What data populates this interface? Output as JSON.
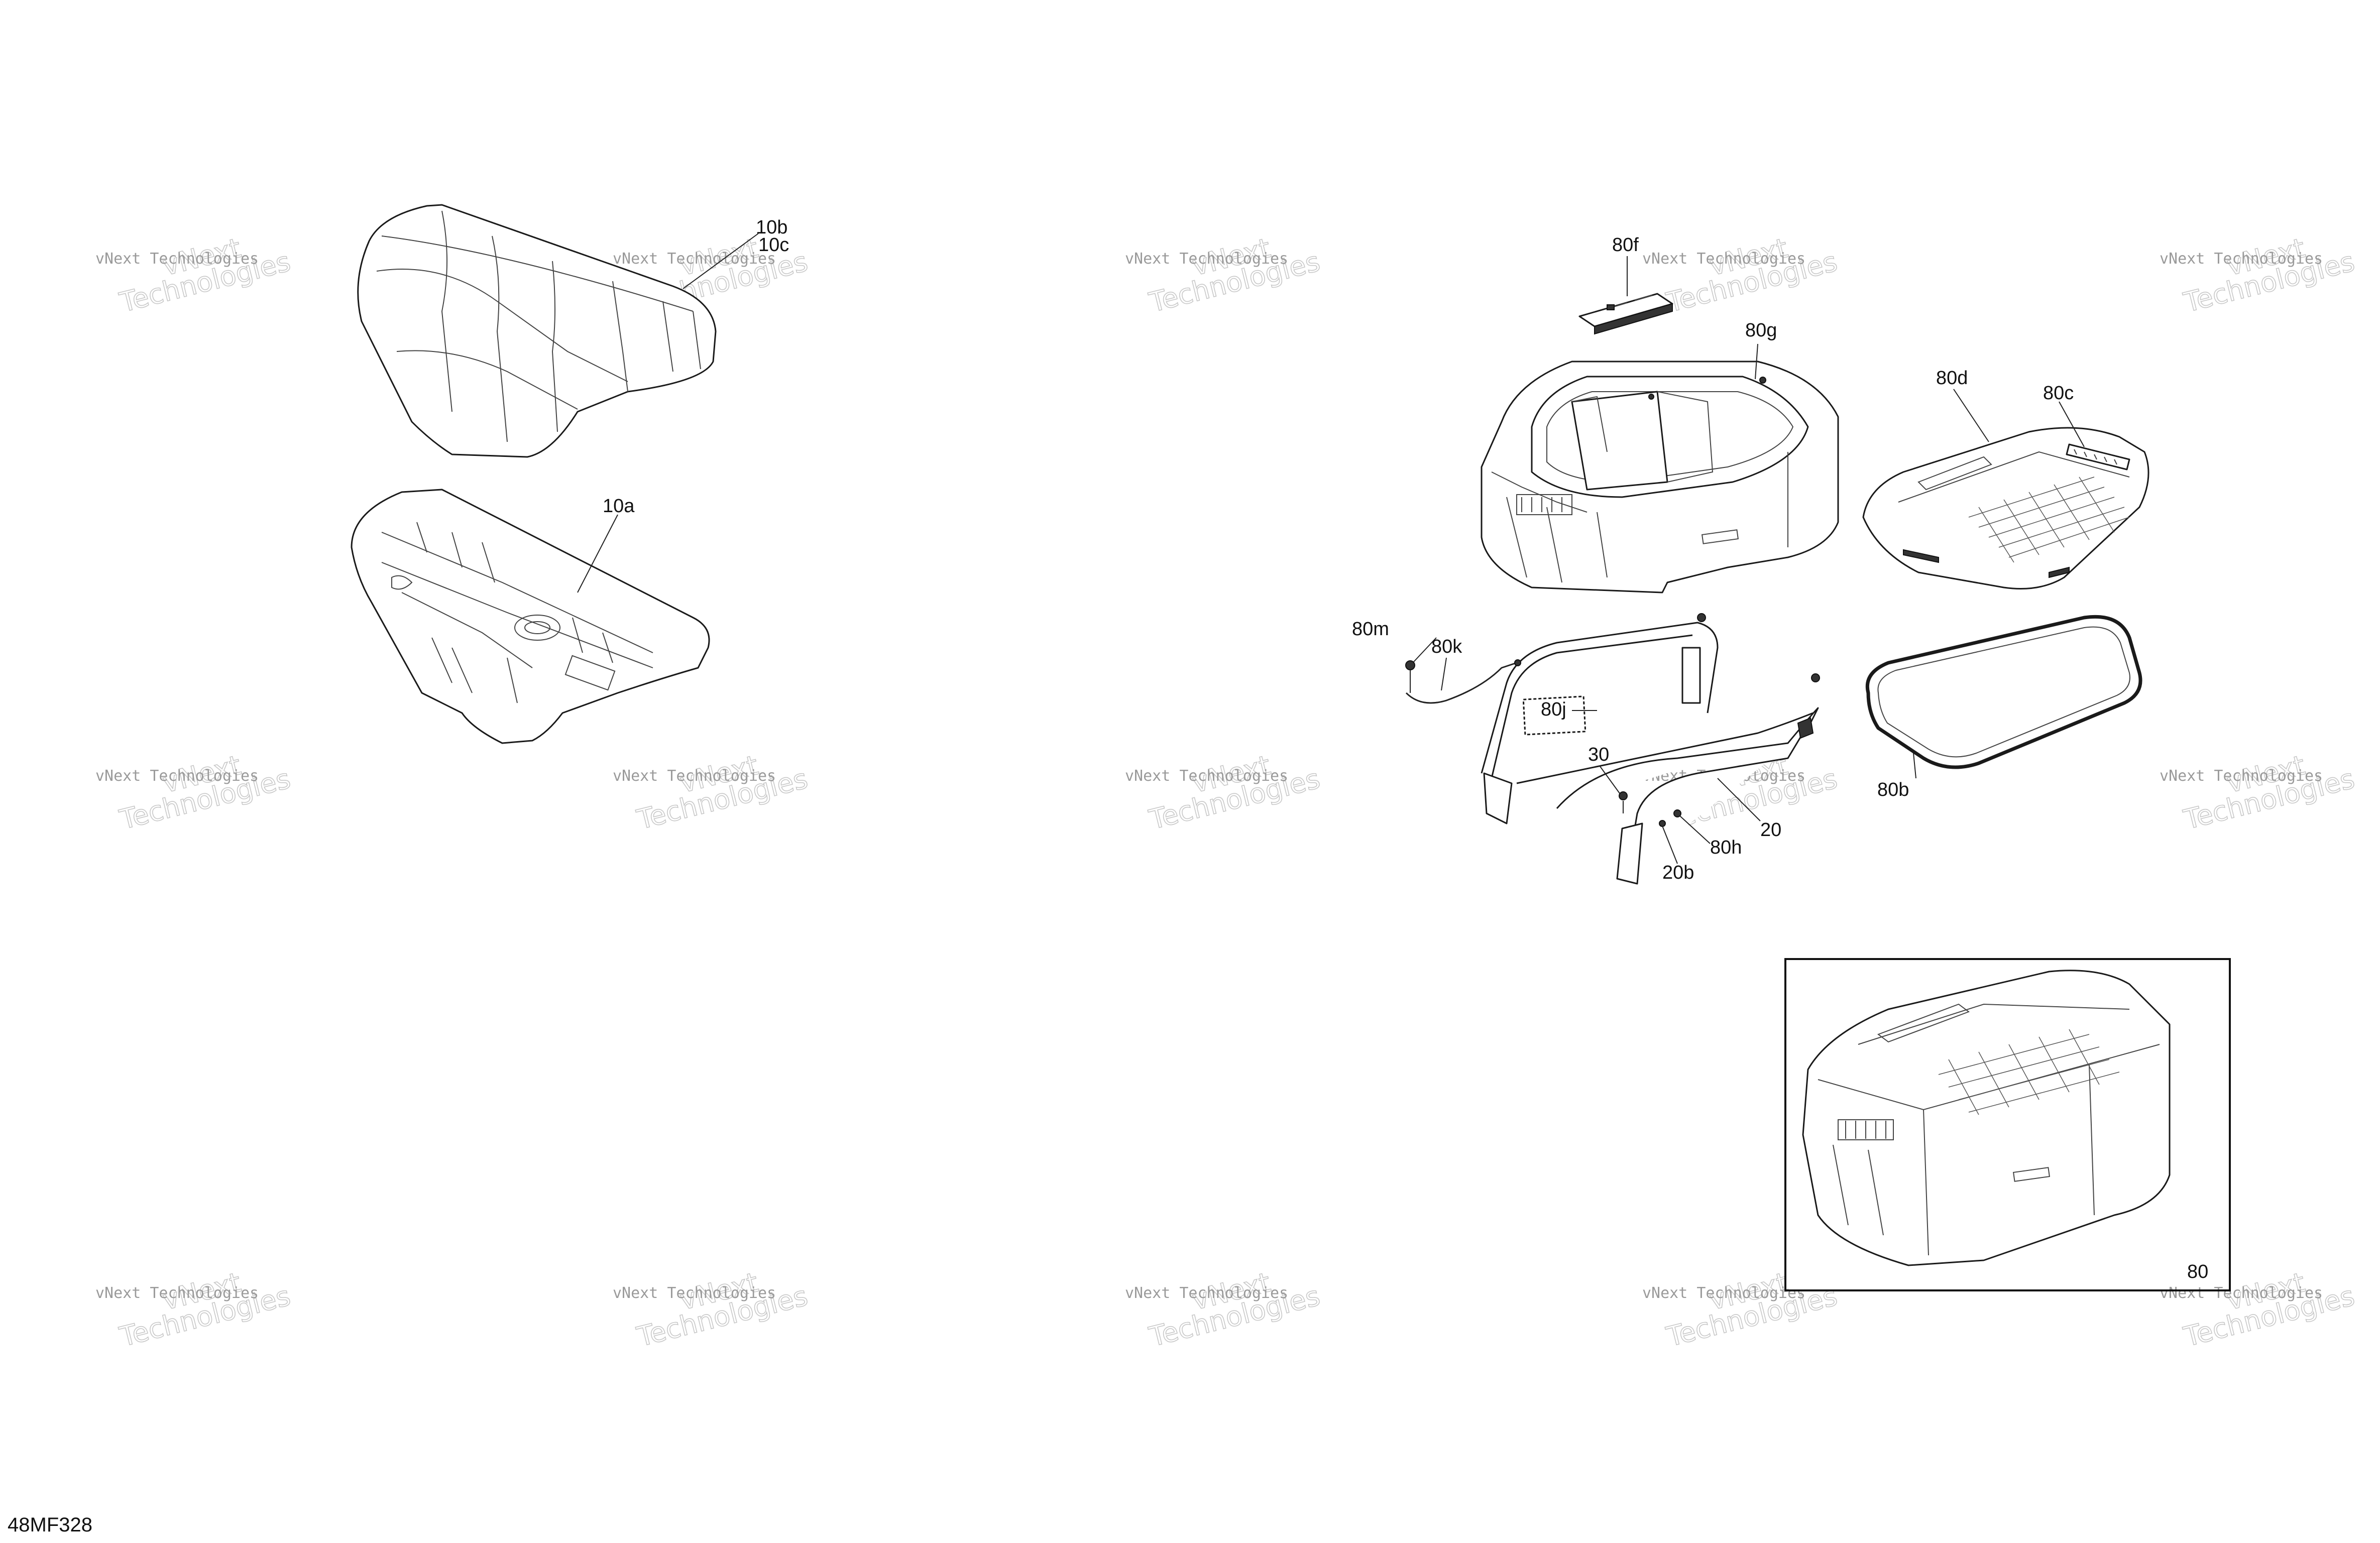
{
  "document_id": "48MF328",
  "watermark": {
    "line1": "vNext Technologies",
    "line2": "vNext",
    "line3": "Technologies"
  },
  "callouts": {
    "p10b": "10b",
    "p10c": "10c",
    "p10a": "10a",
    "p80f": "80f",
    "p80g": "80g",
    "p80d": "80d",
    "p80c": "80c",
    "p80m": "80m",
    "p80k": "80k",
    "p80j": "80j",
    "p30": "30",
    "p80b": "80b",
    "p20": "20",
    "p80h": "80h",
    "p20b": "20b",
    "p80": "80"
  }
}
